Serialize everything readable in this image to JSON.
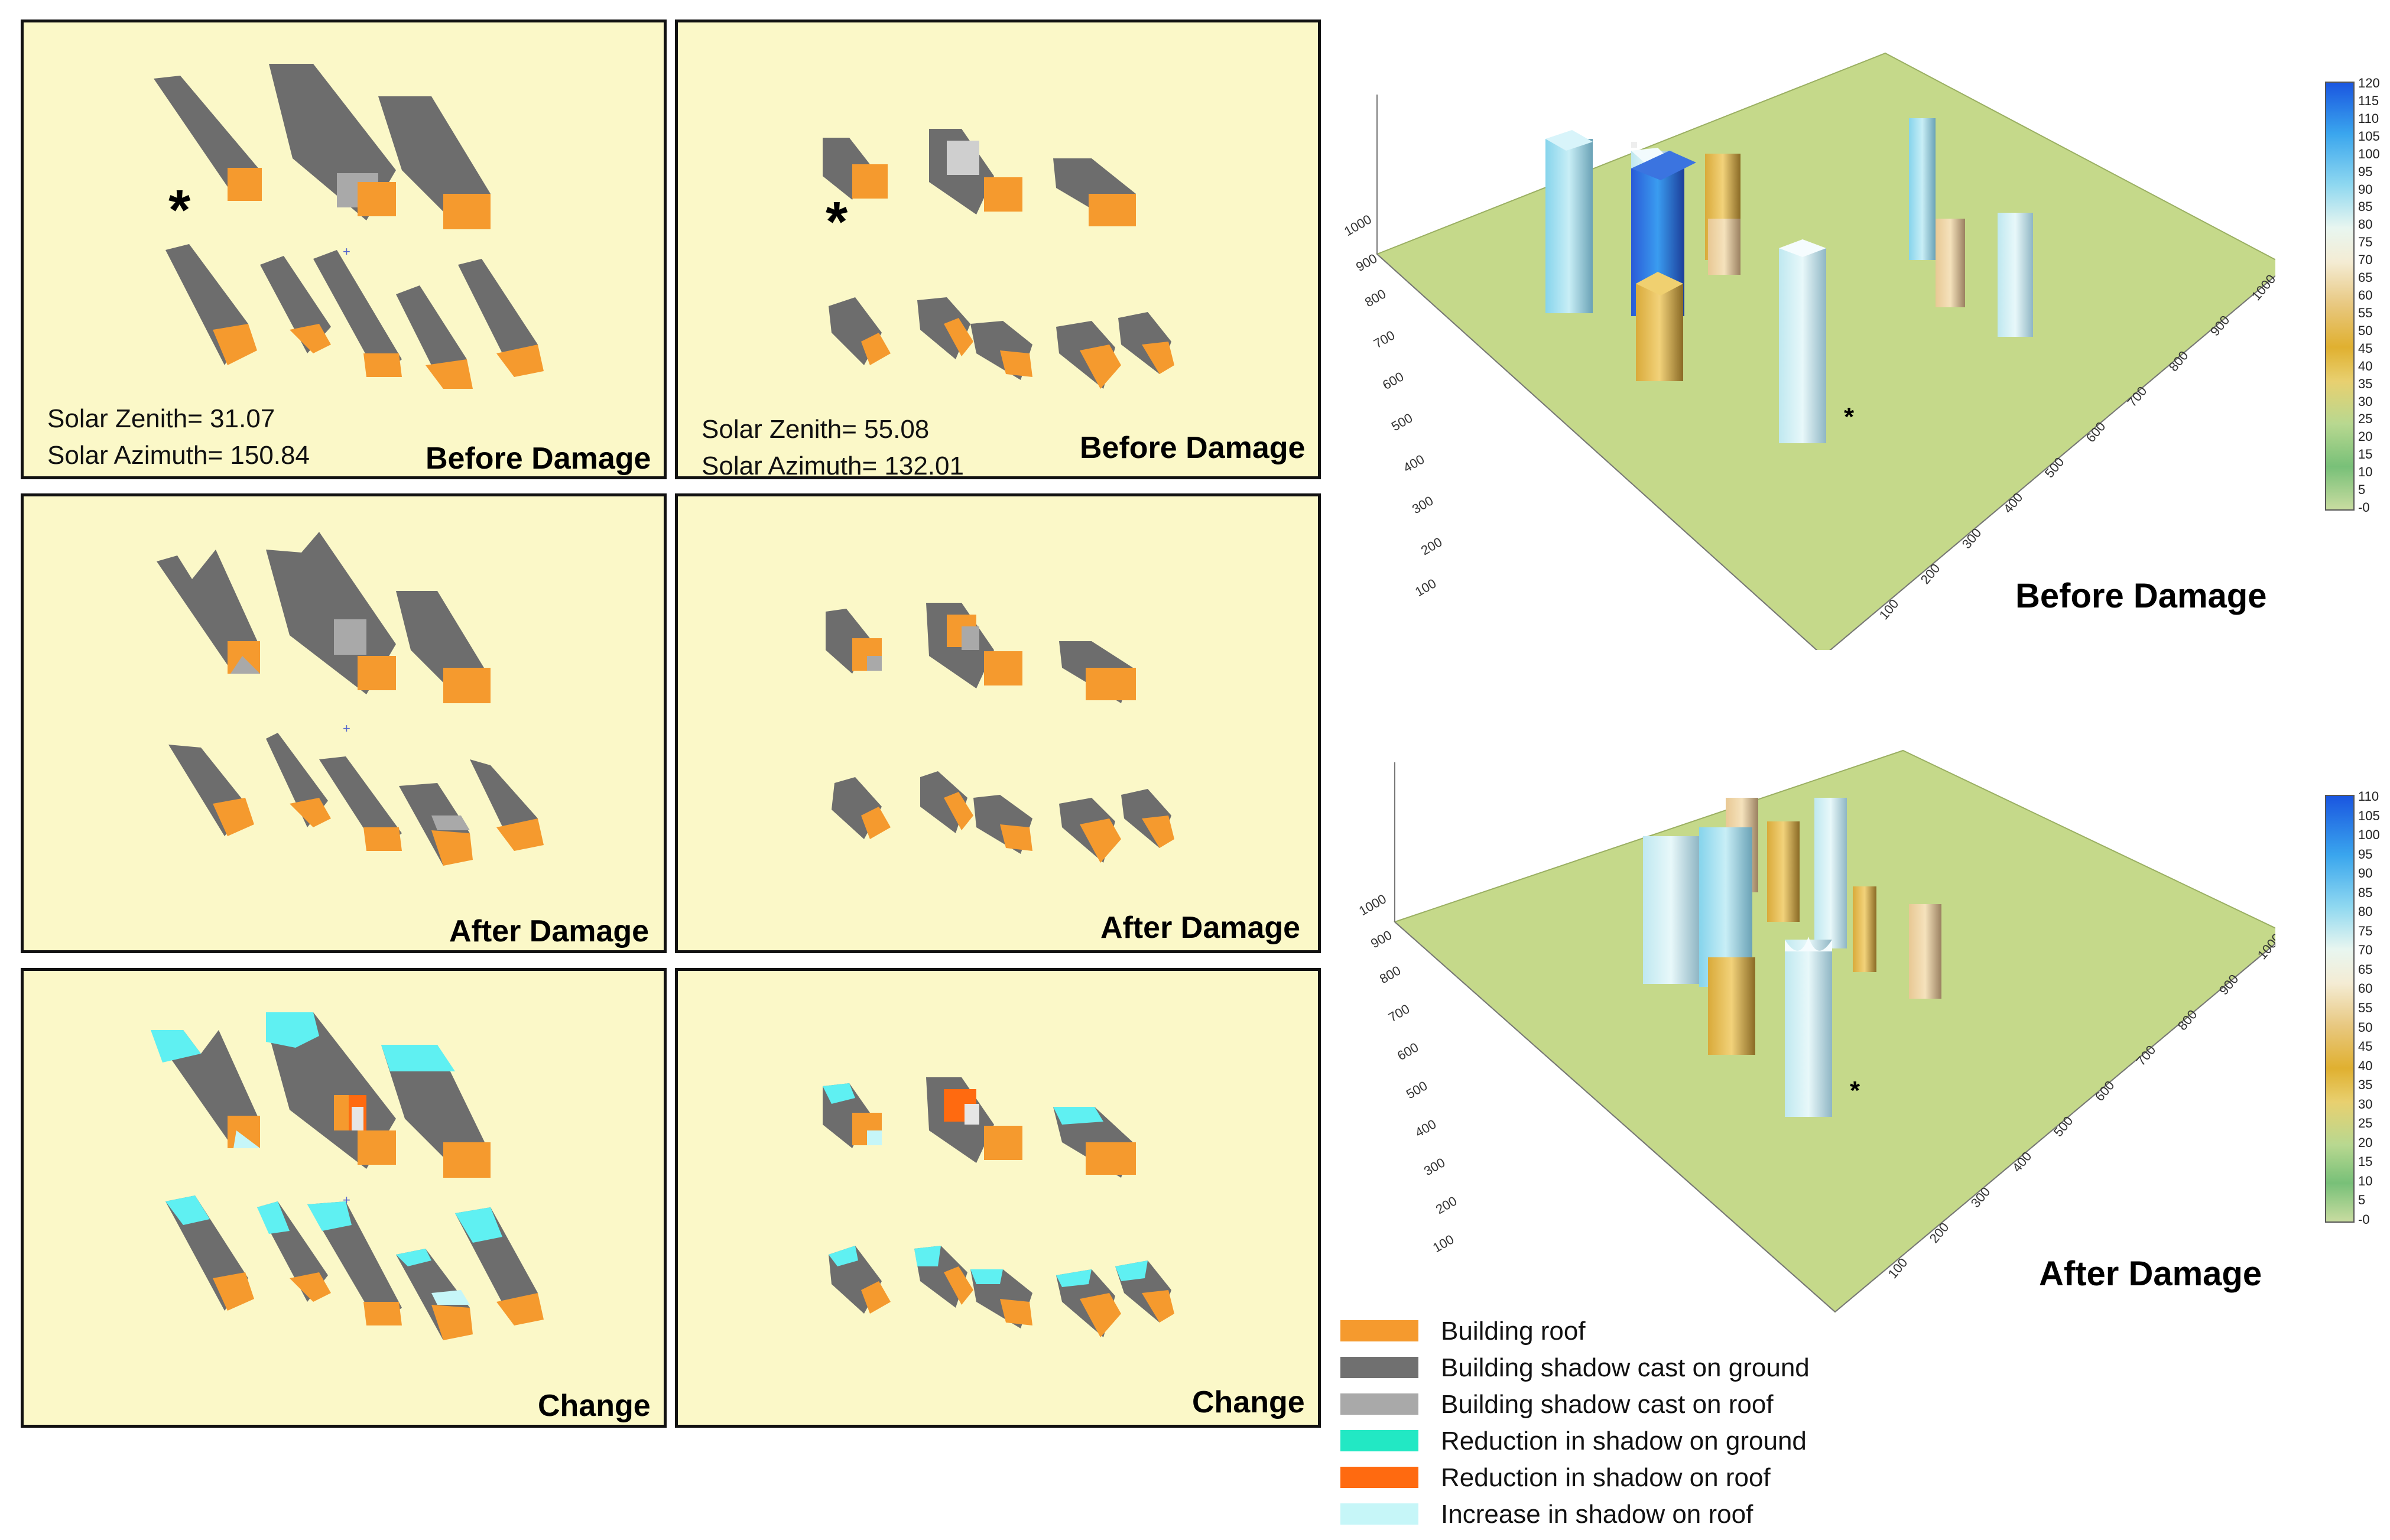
{
  "panels": {
    "p1_title": "Before Damage",
    "p2_title": "Before Damage",
    "p3_title": "After Damage",
    "p4_title": "After Damage",
    "p5_title": "Change",
    "p6_title": "Change"
  },
  "solar_left": {
    "zenith": "Solar Zenith= 31.07",
    "azimuth": "Solar Azimuth= 150.84"
  },
  "solar_right": {
    "zenith": "Solar Zenith= 55.08",
    "azimuth": "Solar Azimuth= 132.01"
  },
  "marker": "*",
  "plots": {
    "before_title": "Before Damage",
    "after_title": "After Damage"
  },
  "axis_ticks": [
    "100",
    "200",
    "300",
    "400",
    "500",
    "600",
    "700",
    "800",
    "900",
    "1000"
  ],
  "colorbar_top": [
    "120",
    "115",
    "110",
    "105",
    "100",
    "95",
    "90",
    "85",
    "80",
    "75",
    "70",
    "65",
    "60",
    "55",
    "50",
    "45",
    "40",
    "35",
    "30",
    "25",
    "20",
    "15",
    "10",
    "5",
    "-0"
  ],
  "colorbar_bottom": [
    "110",
    "105",
    "100",
    "95",
    "90",
    "85",
    "80",
    "75",
    "70",
    "65",
    "60",
    "55",
    "50",
    "45",
    "40",
    "35",
    "30",
    "25",
    "20",
    "15",
    "10",
    "5",
    "-0"
  ],
  "legend": [
    {
      "label": "Building roof",
      "color": "#f59a2e"
    },
    {
      "label": "Building shadow cast on ground",
      "color": "#707070"
    },
    {
      "label": "Building shadow cast on roof",
      "color": "#a9a9a9"
    },
    {
      "label": "Reduction in shadow on ground",
      "color": "#22e8c4"
    },
    {
      "label": "Reduction in shadow on roof",
      "color": "#ff6a10"
    },
    {
      "label": "Increase in shadow on roof",
      "color": "#c6f6f8"
    }
  ]
}
